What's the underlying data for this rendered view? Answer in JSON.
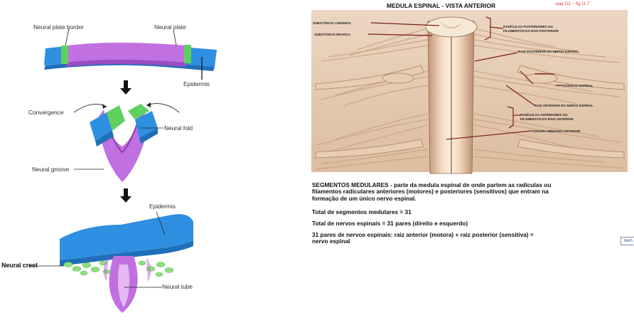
{
  "left_figure": {
    "labels": {
      "neural_plate_border": "Neural plate border",
      "neural_plate": "Neural plate",
      "epidermis_top": "Epidermis",
      "convergence": "Convergence",
      "neural_fold": "Neural fold",
      "neural_groove": "Neural groove",
      "epidermis_bottom": "Epidermis",
      "neural_crest": "Neural crest",
      "neural_tube": "Neural tube"
    },
    "colors": {
      "epidermis": "#2f8fe0",
      "neural_plate": "#c070e0",
      "border": "#5ed060",
      "crest": "#8de07a"
    }
  },
  "right_panel": {
    "title": "MEDULA ESPINAL - VISTA ANTERIOR",
    "reference": "~pag 111 ~ fig 11.7",
    "anatomy_labels": {
      "substancia_cinzenta": "SUBSTÂNCIA CINZENTA",
      "substancia_branca": "SUBSTÂNCIA BRANCA",
      "radiculas_posteriores_1": "RADÍCULAS POSTERIORES OU",
      "radiculas_posteriores_2": "FILAMENTOS DA RAIZ POSTERIOR",
      "raiz_posterior": "RAIZ POSTERIOR DO NERVO ESPINAL",
      "ganglio": "GÂNGLIO ESPINAL",
      "raiz_anterior": "RAIZ ANTERIOR DO NERVO ESPINAL",
      "radiculas_anteriores_1": "RADÍCULAS ANTERIORES OU",
      "radiculas_anteriores_2": "FILAMENTOS DA RAIZ ANTERIOR",
      "fissura": "FISSURA MEDIANA ANTERIOR"
    },
    "text_lines": {
      "segmentos_1": "SEGMENTOS MEDULARES - parte da medula espinal de onde partem as radículas ou",
      "segmentos_2": "filamentos radiculares anteriores (motores) e posteriores (sensitivos) que entram na",
      "segmentos_3": "formação de um único nervo espinal.",
      "total_segmentos": "Total de segmentos medulares = 31",
      "total_nervos": "Total de nervos espinais = 31 pares (direito e esquerdo)",
      "pares_1": "31 pares de nervos espinais: raiz anterior (motora) + raiz posterior (sensitiva) =",
      "pares_2": "nervo espinal"
    },
    "badge": "bem"
  }
}
